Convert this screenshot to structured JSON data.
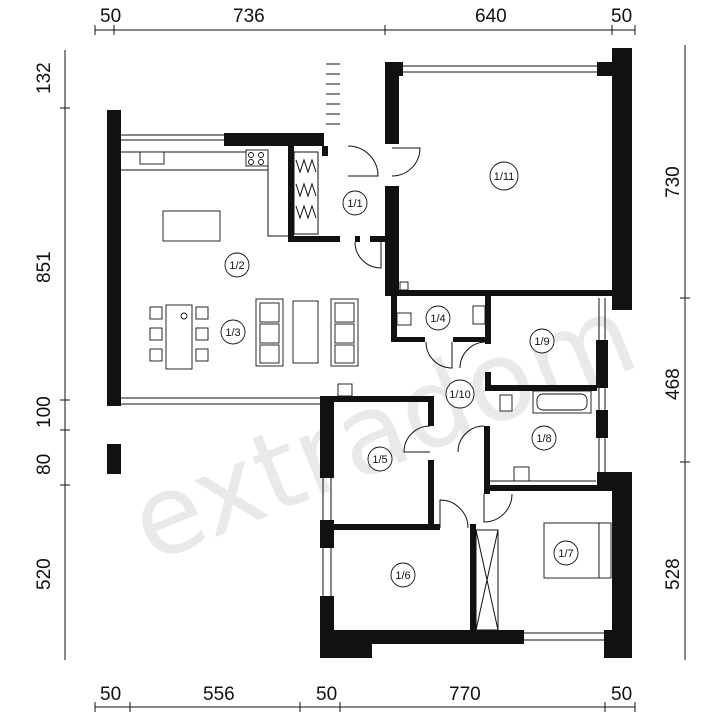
{
  "dimensions": {
    "top": [
      "50",
      "736",
      "640",
      "50"
    ],
    "bottom": [
      "50",
      "556",
      "50",
      "770",
      "50"
    ],
    "left": [
      "132",
      "851",
      "100",
      "80",
      "520"
    ],
    "right": [
      "730",
      "468",
      "528"
    ]
  },
  "rooms": {
    "r1_1": "1/1",
    "r1_2": "1/2",
    "r1_3": "1/3",
    "r1_4": "1/4",
    "r1_5": "1/5",
    "r1_6": "1/6",
    "r1_7": "1/7",
    "r1_8": "1/8",
    "r1_9": "1/9",
    "r1_10": "1/10",
    "r1_11": "1/11"
  },
  "watermark": "extradom"
}
